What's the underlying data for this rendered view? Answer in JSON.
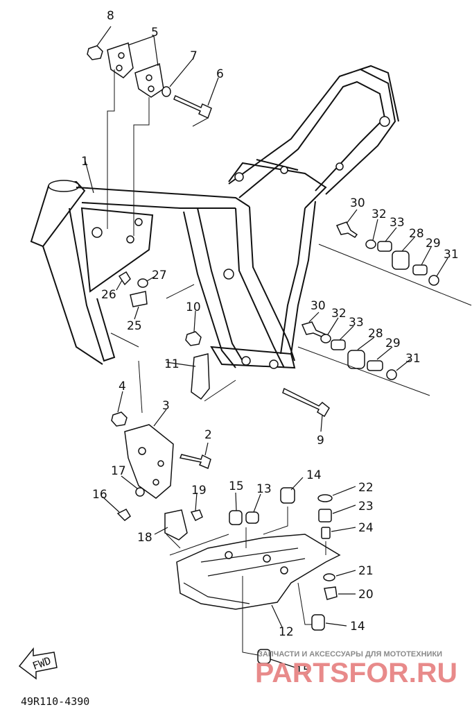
{
  "diagram": {
    "caption": "49R110-4390",
    "fwd_label": "FWD",
    "callouts": [
      {
        "id": "1",
        "label": "1"
      },
      {
        "id": "2",
        "label": "2"
      },
      {
        "id": "3",
        "label": "3"
      },
      {
        "id": "4",
        "label": "4"
      },
      {
        "id": "5",
        "label": "5"
      },
      {
        "id": "6",
        "label": "6"
      },
      {
        "id": "7",
        "label": "7"
      },
      {
        "id": "8",
        "label": "8"
      },
      {
        "id": "9",
        "label": "9"
      },
      {
        "id": "10",
        "label": "10"
      },
      {
        "id": "11",
        "label": "11"
      },
      {
        "id": "12",
        "label": "12"
      },
      {
        "id": "13",
        "label": "13"
      },
      {
        "id": "14a",
        "label": "14"
      },
      {
        "id": "14b",
        "label": "14"
      },
      {
        "id": "15a",
        "label": "15"
      },
      {
        "id": "15b",
        "label": "15"
      },
      {
        "id": "16",
        "label": "16"
      },
      {
        "id": "17",
        "label": "17"
      },
      {
        "id": "18",
        "label": "18"
      },
      {
        "id": "19",
        "label": "19"
      },
      {
        "id": "20",
        "label": "20"
      },
      {
        "id": "21",
        "label": "21"
      },
      {
        "id": "22",
        "label": "22"
      },
      {
        "id": "23",
        "label": "23"
      },
      {
        "id": "24",
        "label": "24"
      },
      {
        "id": "25",
        "label": "25"
      },
      {
        "id": "26",
        "label": "26"
      },
      {
        "id": "27",
        "label": "27"
      },
      {
        "id": "28a",
        "label": "28"
      },
      {
        "id": "28b",
        "label": "28"
      },
      {
        "id": "29a",
        "label": "29"
      },
      {
        "id": "29b",
        "label": "29"
      },
      {
        "id": "30a",
        "label": "30"
      },
      {
        "id": "30b",
        "label": "30"
      },
      {
        "id": "31a",
        "label": "31"
      },
      {
        "id": "31b",
        "label": "31"
      },
      {
        "id": "32a",
        "label": "32"
      },
      {
        "id": "32b",
        "label": "32"
      },
      {
        "id": "33a",
        "label": "33"
      },
      {
        "id": "33b",
        "label": "33"
      }
    ]
  },
  "watermark": {
    "tagline": "ЗАПЧАСТИ И АКСЕССУАРЫ ДЛЯ МОТОТЕХНИКИ",
    "brand": "PARTSFOR.RU"
  }
}
